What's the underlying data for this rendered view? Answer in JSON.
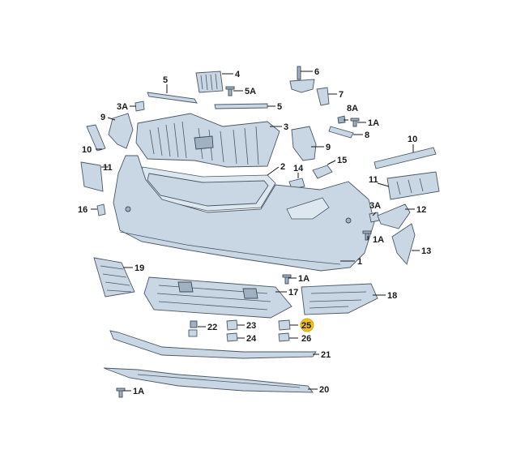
{
  "labels": {
    "l4": "4",
    "l6": "6",
    "l5a": "5",
    "l5A": "5A",
    "l7": "7",
    "l5b": "5",
    "l3A_top": "3A",
    "l9a": "9",
    "l3": "3",
    "l8A": "8A",
    "l1A_a": "1A",
    "l8": "8",
    "l10a": "10",
    "l9b": "9",
    "l10b": "10",
    "l11a": "11",
    "l2": "2",
    "l14": "14",
    "l15": "15",
    "l11b": "11",
    "l16": "16",
    "l3A_right": "3A",
    "l12": "12",
    "l1A_b": "1A",
    "l13": "13",
    "l1": "1",
    "l19": "19",
    "l1A_c": "1A",
    "l17": "17",
    "l18": "18",
    "l22": "22",
    "l23": "23",
    "l25": "25",
    "l24": "24",
    "l26": "26",
    "l21": "21",
    "l20": "20",
    "l1A_d": "1A"
  },
  "colors": {
    "part": "#c9d7e4",
    "outline": "#4a5866",
    "highlight": "#f2c21b"
  }
}
